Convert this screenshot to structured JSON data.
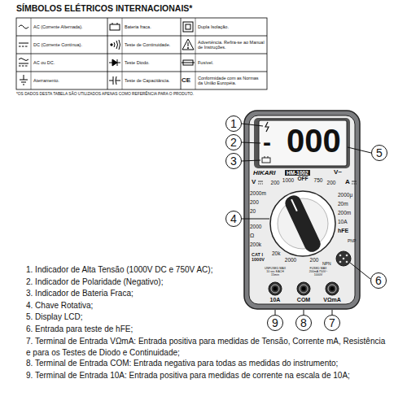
{
  "diagram": {
    "title": "SÍMBOLOS ELÉTRICOS INTERNACIONAIS*",
    "nodes": [
      {
        "text": [
          "1"
        ]
      },
      {
        "text": [
          "2"
        ]
      },
      {
        "text": [
          "3"
        ]
      },
      {
        "text": [
          "4"
        ]
      },
      {
        "text": [
          "5"
        ]
      },
      {
        "text": [
          "6"
        ]
      },
      {
        "text": [
          "7"
        ]
      },
      {
        "text": [
          "8"
        ]
      },
      {
        "text": [
          "9"
        ]
      }
    ],
    "labels": [
      "AC (Corrente Alternada).",
      "Bateria fraca.",
      "Dupla Isolação.",
      "DC (Corrente Contínua).",
      "Teste de Continuidade.",
      "Advertência. Refira-se ao Manual de Instruções.",
      "AC ou DC.",
      "Teste Diodo.",
      "Fusível.",
      "Aterramento.",
      "Teste de Capacitância.",
      "CE",
      "Conformidade com as Normas da União Européia.",
      "*OS DADOS DESTA TABELA SÃO UTILIZADOS APENAS COMO REFERÊNCIA PARA O PRODUTO.",
      "-",
      "000",
      "HIKARI",
      "HM-1002",
      "V",
      "V~",
      "A",
      "200",
      "1000",
      "OFF",
      "750",
      "200",
      "2000m",
      "200",
      "20",
      "2000",
      "Ω",
      "200k",
      "20k",
      "2000",
      "200",
      "2000μ",
      "20m",
      "200m",
      "10A",
      "hFE",
      "PNP",
      "NPN",
      "CAT I 1000V",
      "UNFUSED MAX 10 sec EACH 15min",
      "FUSED MAX 200mA 750V~ 1000V",
      "10A",
      "COM",
      "VΩmA",
      "1. Indicador de Alta Tensão (1000V DC e 750V AC);",
      "2. Indicador de Polaridade (Negativo);",
      "3. Indicador de Bateria Fraca;",
      "4. Chave Rotativa;",
      "5. Display LCD;",
      "6. Entrada para teste de hFE;",
      "7. Terminal de Entrada VΩmA: Entrada positiva para medidas de Tensão, Corrente mA, Resistência e para os Testes de Diodo e Continuidade;",
      "8. Terminal de Entrada COM: Entrada negativa para todas as medidas do instrumento;",
      "9. Terminal de Entrada 10A: Entrada positiva para medidas de corrente na escala de 10A;"
    ]
  }
}
